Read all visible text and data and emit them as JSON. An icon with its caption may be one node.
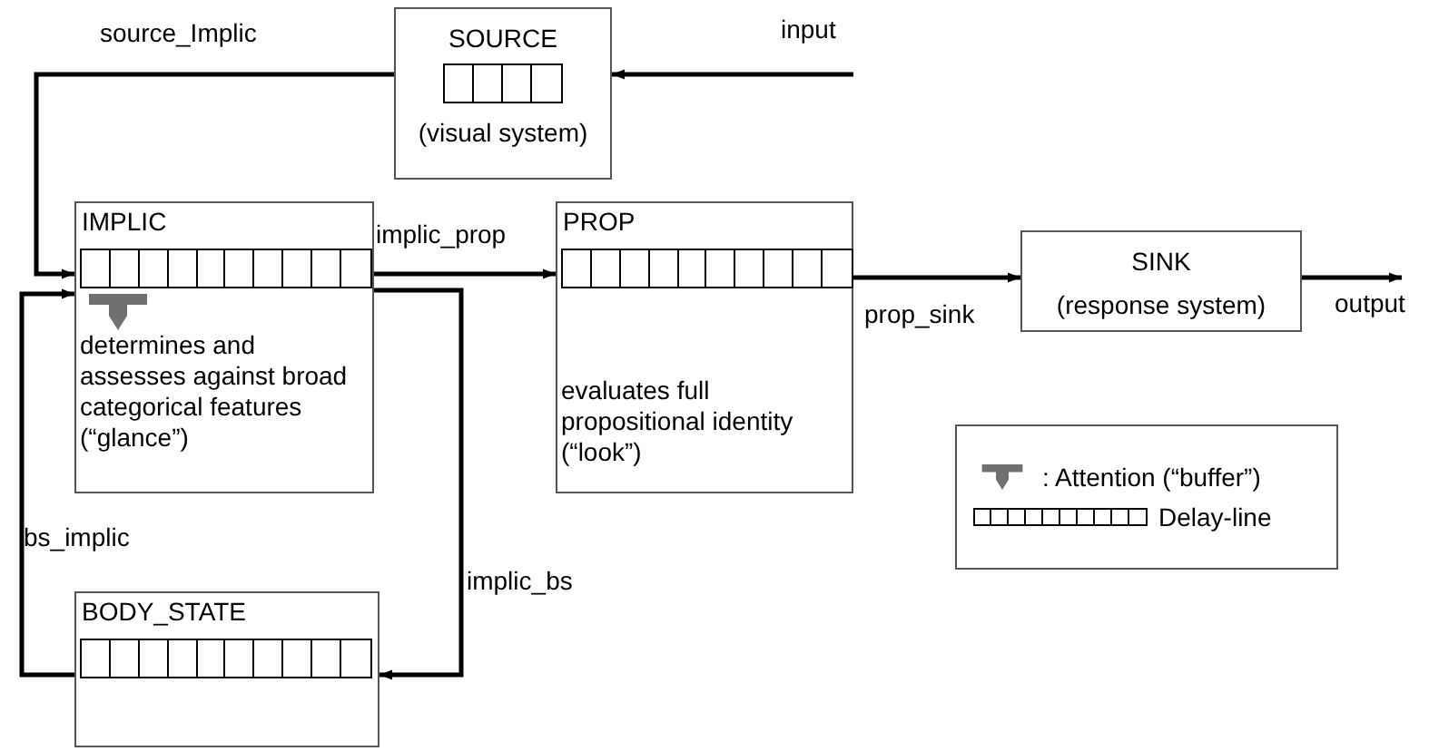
{
  "diagram": {
    "nodes": [
      {
        "text": [
          "SOURCE",
          "(visual system)"
        ]
      },
      {
        "text": [
          "IMPLIC",
          "determines and assesses against broad categorical features (“glance”)"
        ]
      },
      {
        "text": [
          "PROP",
          "evaluates full propositional identity (“look”)"
        ]
      },
      {
        "text": [
          "SINK",
          "(response system)"
        ]
      },
      {
        "text": [
          "BODY_STATE"
        ]
      }
    ],
    "edges": [
      {
        "from": null,
        "to": 0,
        "arrow": "to",
        "label": "input"
      },
      {
        "from": 0,
        "to": 1,
        "arrow": "to",
        "label": "source_Implic"
      },
      {
        "from": 1,
        "to": 2,
        "arrow": "to",
        "label": "implic_prop"
      },
      {
        "from": 2,
        "to": 3,
        "arrow": "to",
        "label": "prop_sink"
      },
      {
        "from": 3,
        "to": null,
        "arrow": "to",
        "label": "output"
      },
      {
        "from": 1,
        "to": 4,
        "arrow": "to",
        "label": "implic_bs"
      },
      {
        "from": 4,
        "to": 1,
        "arrow": "to",
        "label": "bs_implic"
      }
    ],
    "legend": [
      {
        "text": ": Attention (“buffer”)"
      },
      {
        "text": "Delay-line"
      }
    ]
  }
}
